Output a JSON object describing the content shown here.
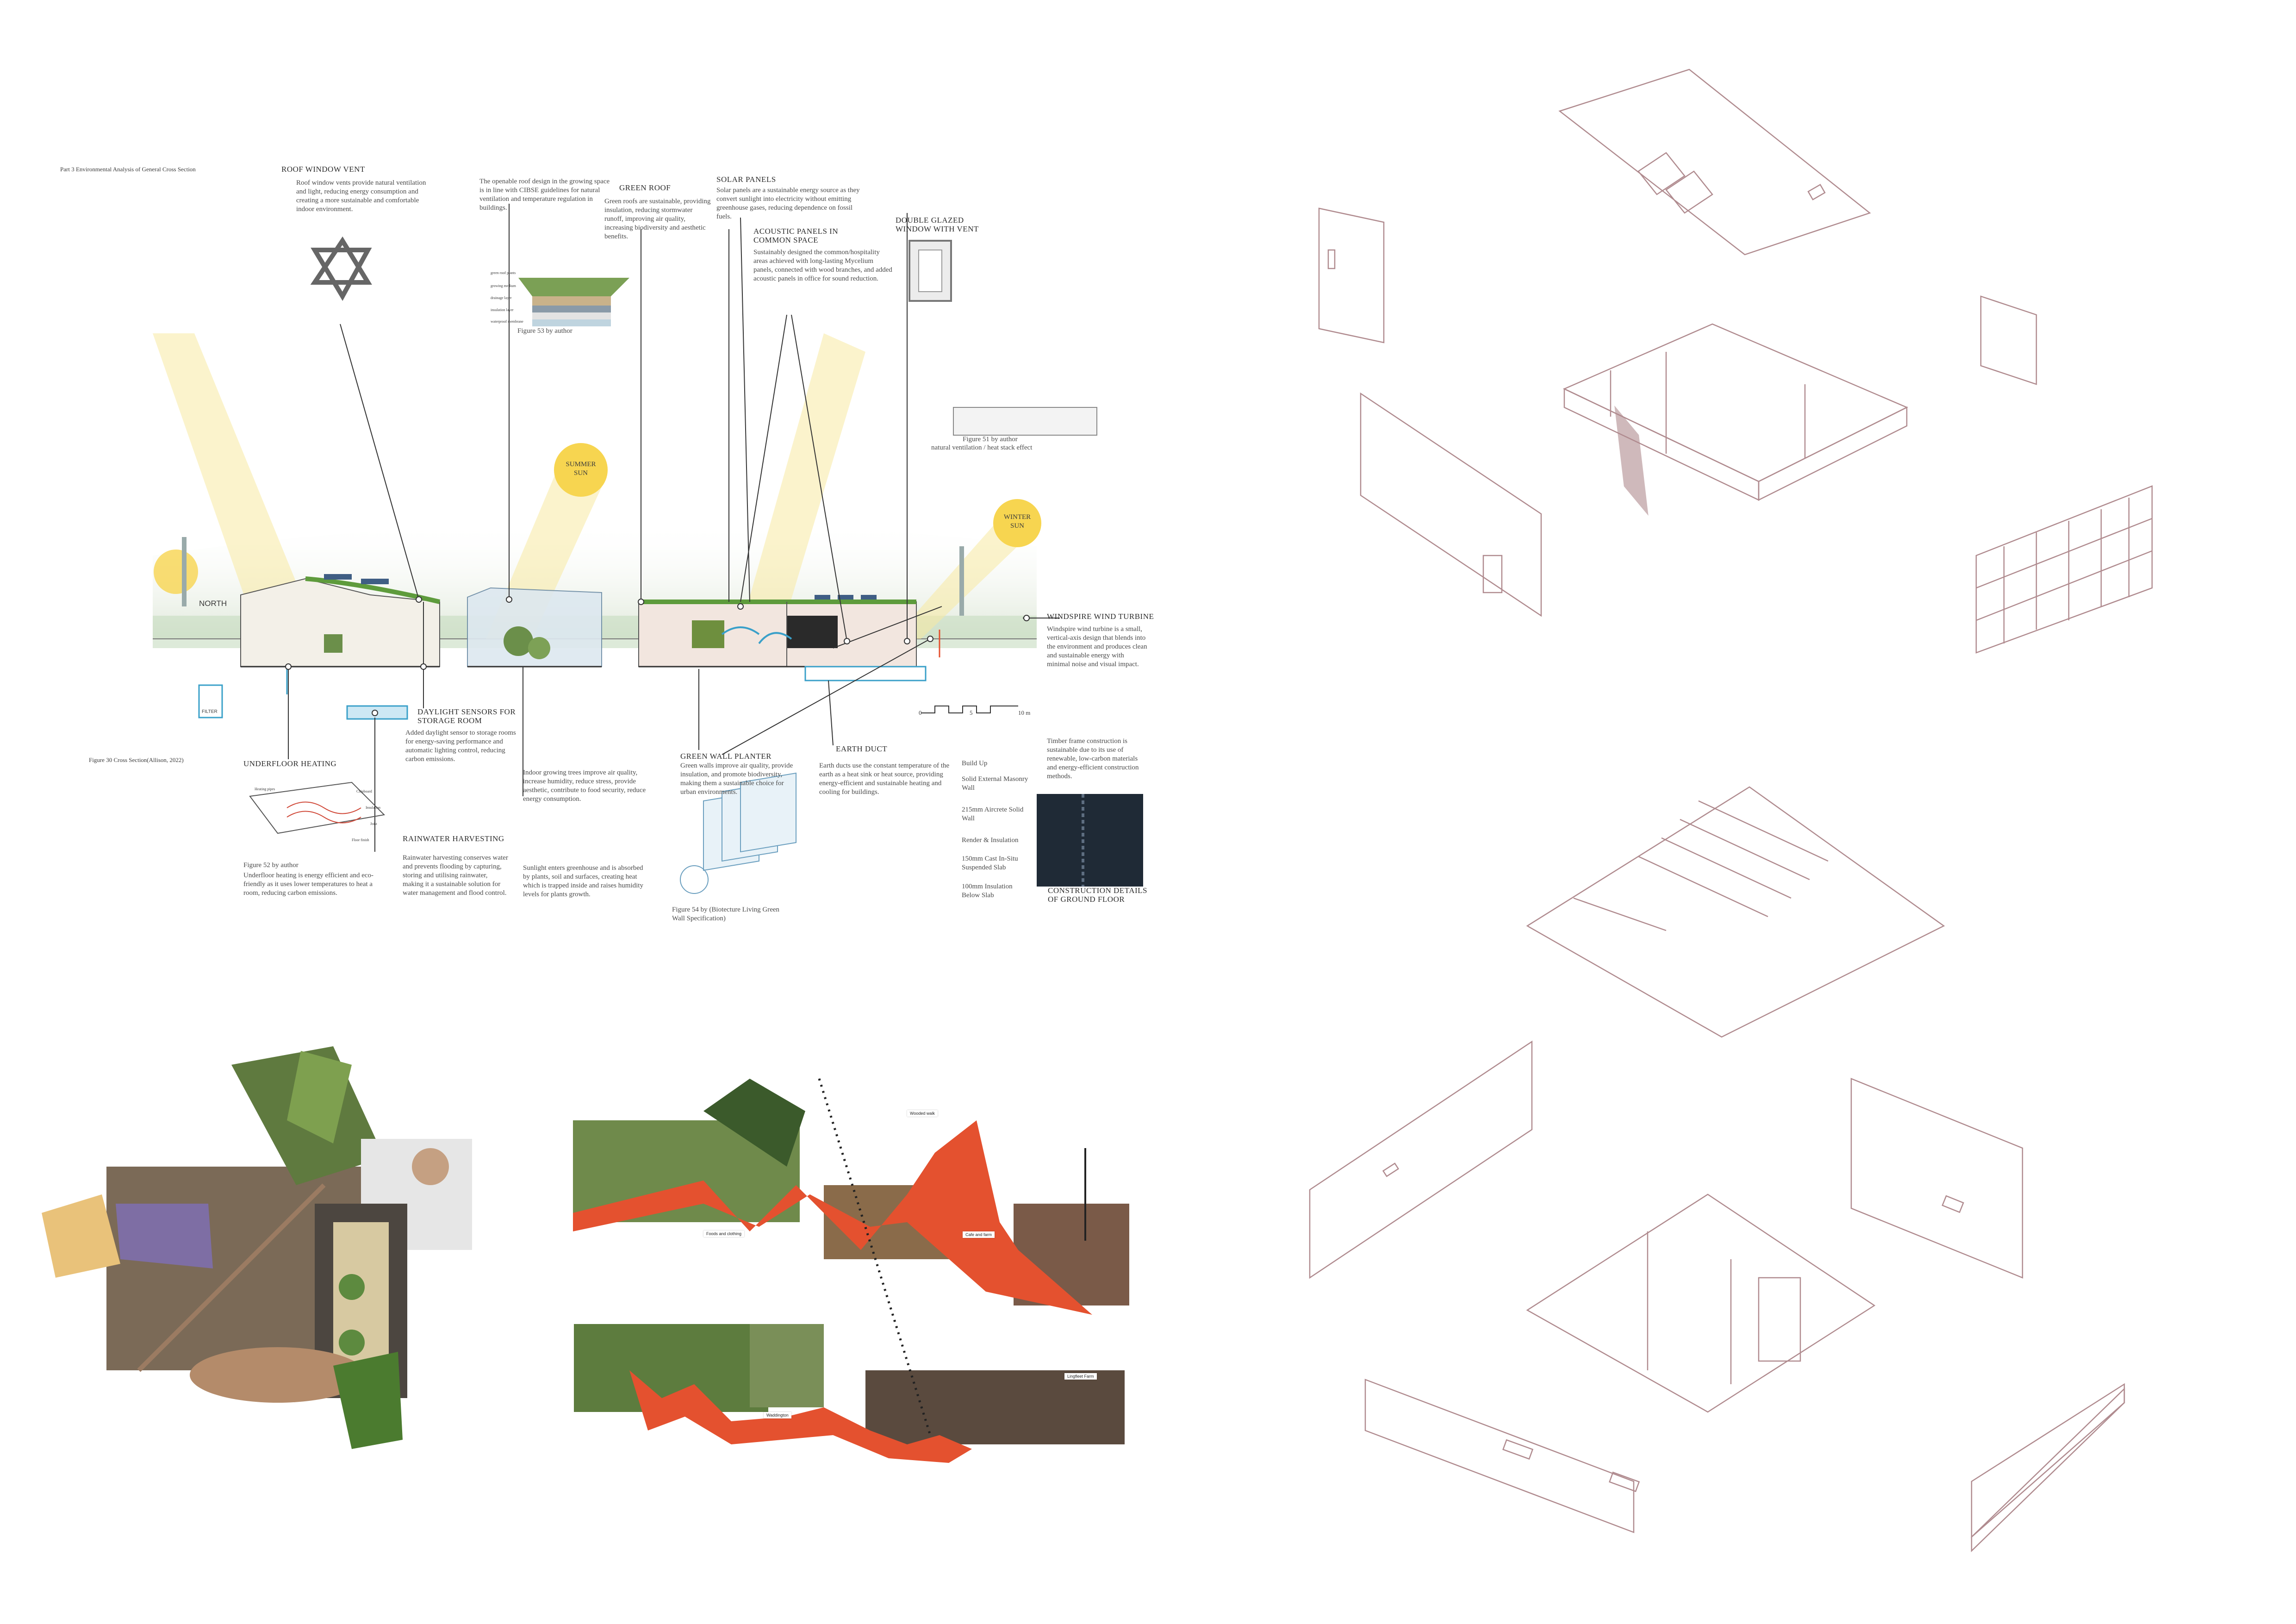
{
  "sheet": {
    "part_title": "Part 3 Environmental Analysis of General Cross Section",
    "fig30_caption": "Figure 30 Cross Section(Allison, 2022)"
  },
  "annotations": {
    "roof_vent_title": "ROOF WINDOW VENT",
    "roof_vent_body": "Roof window vents provide natural ventilation and light, reducing energy consumption and creating a more sustainable and comfortable indoor environment.",
    "openable_roof_body": "The openable roof design in the growing space is in line with CIBSE guidelines for natural ventilation and temperature regulation in buildings.",
    "green_roof_title": "GREEN ROOF",
    "green_roof_body": "Green roofs are sustainable, providing insulation, reducing stormwater runoff, improving air quality, increasing biodiversity and aesthetic benefits.",
    "fig53_caption": "Figure 53 by author",
    "solar_title": "SOLAR PANELS",
    "solar_body": "Solar panels are a sustainable energy source as they convert sunlight into electricity without emitting greenhouse gases, reducing dependence on fossil fuels.",
    "acoustic_title": "ACOUSTIC PANELS IN COMMON SPACE",
    "acoustic_body": "Sustainably designed the common/hospitality areas achieved with long-lasting Mycelium panels, connected with wood branches, and added acoustic panels in office for sound reduction.",
    "double_glazed_title": "DOUBLE GLAZED WINDOW WITH VENT",
    "fig51_caption": "Figure 51 by author",
    "stack_caption": "natural ventilation / heat stack effect",
    "summer_sun": "SUMMER SUN",
    "winter_sun": "WINTER SUN",
    "north_label": "NORTH",
    "filter_label": "FILTER",
    "windspire_title": "WINDSPIRE WIND TURBINE",
    "windspire_body": "Windspire wind turbine is a small, vertical-axis design that blends into the environment and produces clean and sustainable energy with minimal noise and visual impact.",
    "scale_0": "0",
    "scale_5": "5",
    "scale_10": "10 m",
    "daylight_title": "DAYLIGHT SENSORS FOR STORAGE ROOM",
    "daylight_body": "Added daylight sensor to storage rooms for energy-saving performance and automatic lighting control, reducing carbon emissions.",
    "underfloor_title": "UNDERFLOOR HEATING",
    "fig52_caption": "Figure 52 by author",
    "underfloor_body": "Underfloor heating is energy efficient and eco-friendly as it uses lower temperatures to heat a room, reducing carbon emissions.",
    "rain_title": "RAINWATER HARVESTING",
    "rain_body": "Rainwater harvesting conserves water and prevents flooding by capturing, storing and utilising rainwater, making it a sustainable solution for water management and flood control.",
    "trees_body": "Indoor growing trees improve air quality, increase humidity, reduce stress, provide aesthetic, contribute to food security, reduce energy consumption.",
    "greenhouse_body": "Sunlight enters greenhouse and is absorbed by plants, soil and surfaces, creating heat which is trapped inside and raises humidity levels for plants growth.",
    "green_wall_title": "GREEN WALL PLANTER",
    "green_wall_body": "Green walls improve air quality, provide insulation, and promote biodiversity, making them a sustainable choice for urban environments.",
    "fig54_caption": "Figure 54 by (Biotecture Living Green Wall Specification)",
    "earth_duct_title": "EARTH DUCT",
    "earth_duct_body": "Earth ducts use the constant temperature of the earth as a heat sink or heat source, providing energy-efficient and sustainable heating and cooling for buildings.",
    "timber_body": "Timber frame construction is sustainable due to its use of renewable, low-carbon materials and energy-efficient construction methods.",
    "buildup": [
      "Build Up",
      "Solid External Masonry Wall",
      "215mm Aircrete Solid Wall",
      "Render & Insulation",
      "150mm Cast In-Situ Suspended Slab",
      "100mm Insulation Below Slab"
    ],
    "construction_title": "CONSTRUCTION DETAILS OF GROUND FLOOR",
    "green_roof_layers": [
      "green roof plants",
      "growing medium",
      "drainage layer",
      "insulation layer",
      "waterproof membrane"
    ],
    "underfloor_layers": [
      "Heating pipes",
      "Chipboard",
      "Insulation",
      "Joist",
      "Floor finish"
    ]
  },
  "route": {
    "labels": [
      "Wooded walk",
      "Foods and clothing",
      "Cafe and farm",
      "Waddington",
      "Lingfleet Farm"
    ]
  },
  "colors": {
    "accent_red": "#e4512f",
    "sun_yellow": "#f7d550",
    "wireframe": "#b08b8f",
    "ground_green": "#9fc19a"
  }
}
